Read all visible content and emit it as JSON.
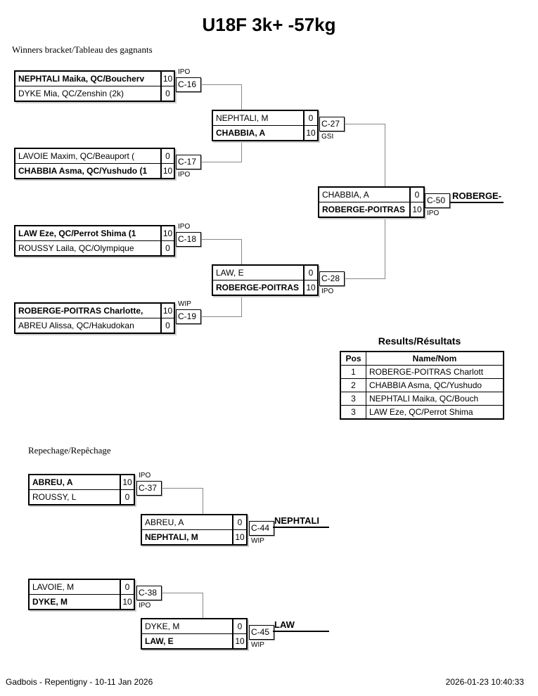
{
  "page": {
    "title": "U18F 3k+ -57kg",
    "winners_label": "Winners bracket/Tableau des gagnants",
    "repechage_label": "Repechage/Repêchage",
    "footer_left": "Gadbois - Repentigny - 10-11 Jan 2026",
    "footer_right": "2026-01-23 10:40:33"
  },
  "matches": [
    {
      "tag": "C-16",
      "annotation": "IPO",
      "players": [
        {
          "name": "NEPHTALI Maika, QC/Boucherv",
          "score": "10",
          "winner": true
        },
        {
          "name": "DYKE Mia, QC/Zenshin (2k)",
          "score": "0",
          "winner": false
        }
      ]
    },
    {
      "tag": "C-17",
      "annotation": "IPO",
      "players": [
        {
          "name": "LAVOIE Maxim, QC/Beauport (",
          "score": "0",
          "winner": false
        },
        {
          "name": "CHABBIA Asma, QC/Yushudo (1",
          "score": "10",
          "winner": true
        }
      ]
    },
    {
      "tag": "C-18",
      "annotation": "IPO",
      "players": [
        {
          "name": "LAW Eze, QC/Perrot Shima (1",
          "score": "10",
          "winner": true
        },
        {
          "name": "ROUSSY Laila, QC/Olympique",
          "score": "0",
          "winner": false
        }
      ]
    },
    {
      "tag": "C-19",
      "annotation": "WIP",
      "players": [
        {
          "name": "ROBERGE-POITRAS Charlotte,",
          "score": "10",
          "winner": true
        },
        {
          "name": "ABREU Alissa, QC/Hakudokan",
          "score": "0",
          "winner": false
        }
      ]
    },
    {
      "tag": "C-27",
      "annotation": "GSI",
      "players": [
        {
          "name": "NEPHTALI, M",
          "score": "0",
          "winner": false
        },
        {
          "name": "CHABBIA, A",
          "score": "10",
          "winner": true
        }
      ]
    },
    {
      "tag": "C-28",
      "annotation": "IPO",
      "players": [
        {
          "name": "LAW, E",
          "score": "0",
          "winner": false
        },
        {
          "name": "ROBERGE-POITRAS",
          "score": "10",
          "winner": true
        }
      ]
    },
    {
      "tag": "C-50",
      "annotation": "IPO",
      "players": [
        {
          "name": "CHABBIA, A",
          "score": "0",
          "winner": false
        },
        {
          "name": "ROBERGE-POITRAS",
          "score": "10",
          "winner": true
        }
      ]
    },
    {
      "tag": "C-37",
      "annotation": "IPO",
      "players": [
        {
          "name": "ABREU, A",
          "score": "10",
          "winner": true
        },
        {
          "name": "ROUSSY, L",
          "score": "0",
          "winner": false
        }
      ]
    },
    {
      "tag": "C-44",
      "annotation": "WIP",
      "players": [
        {
          "name": "ABREU, A",
          "score": "0",
          "winner": false
        },
        {
          "name": "NEPHTALI, M",
          "score": "10",
          "winner": true
        }
      ]
    },
    {
      "tag": "C-38",
      "annotation": "IPO",
      "players": [
        {
          "name": "LAVOIE, M",
          "score": "0",
          "winner": false
        },
        {
          "name": "DYKE, M",
          "score": "10",
          "winner": true
        }
      ]
    },
    {
      "tag": "C-45",
      "annotation": "WIP",
      "players": [
        {
          "name": "DYKE, M",
          "score": "0",
          "winner": false
        },
        {
          "name": "LAW, E",
          "score": "10",
          "winner": true
        }
      ]
    }
  ],
  "winner_outputs": [
    {
      "match": "C-50",
      "label": "ROBERGE-"
    },
    {
      "match": "C-44",
      "label": "NEPHTALI"
    },
    {
      "match": "C-45",
      "label": "LAW"
    }
  ],
  "results": {
    "title": "Results/Résultats",
    "headers": [
      "Pos",
      "Name/Nom"
    ],
    "rows": [
      {
        "pos": "1",
        "name": "ROBERGE-POITRAS Charlott"
      },
      {
        "pos": "2",
        "name": "CHABBIA Asma, QC/Yushudo"
      },
      {
        "pos": "3",
        "name": "NEPHTALI Maika, QC/Bouch"
      },
      {
        "pos": "3",
        "name": "LAW Eze, QC/Perrot Shima"
      }
    ]
  }
}
